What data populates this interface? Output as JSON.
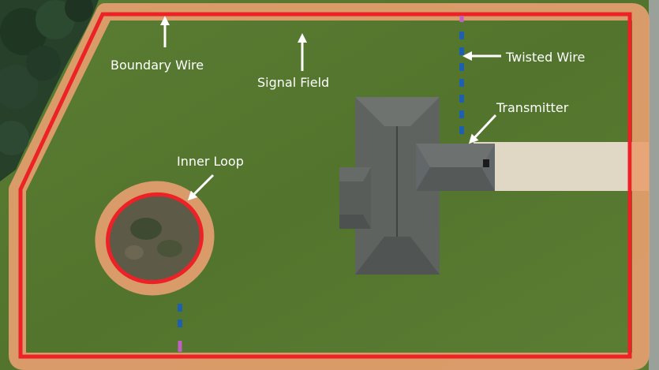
{
  "labels": {
    "boundary_wire": "Boundary Wire",
    "signal_field": "Signal Field",
    "twisted_wire": "Twisted Wire",
    "transmitter": "Transmitter",
    "inner_loop": "Inner Loop"
  },
  "colors": {
    "boundary_wire": "#ec2227",
    "signal_field": "#e8a070",
    "twisted_wire": "#1f5fb0",
    "twisted_wire_end": "#c060c0",
    "lawn": "#56782f",
    "roof": "#5e6360",
    "driveway": "#e8ddcc",
    "trees": "#26402a",
    "label_text": "#ffffff"
  }
}
